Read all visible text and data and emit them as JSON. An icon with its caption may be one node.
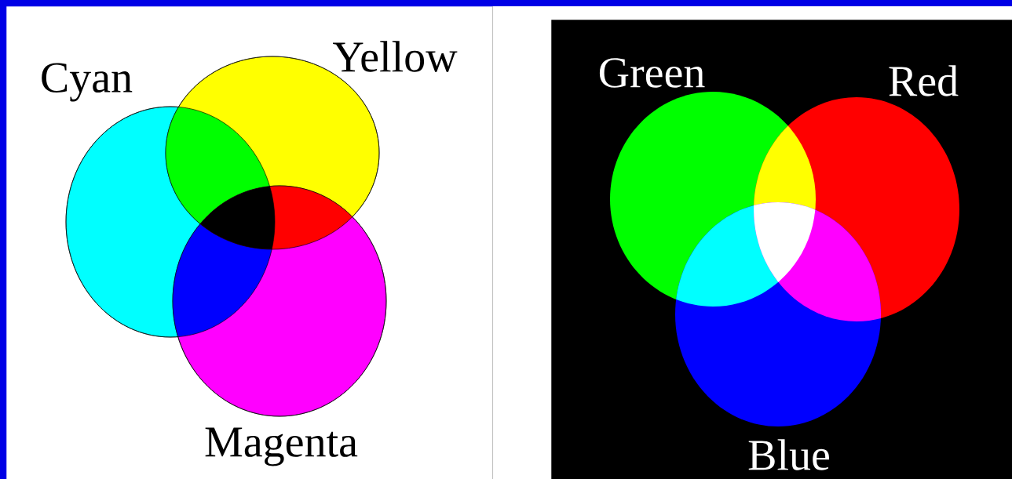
{
  "diagram": {
    "nodes": [
      {
        "text": [],
        "shape": "box"
      },
      {
        "text": [
          "Cyan"
        ],
        "in": 0
      },
      {
        "text": [
          "Yellow"
        ],
        "in": 0
      },
      {
        "text": [
          "Magenta"
        ],
        "in": 0
      },
      {
        "text": [],
        "shape": "box"
      },
      {
        "text": [
          "Green"
        ],
        "in": 4
      },
      {
        "text": [
          "Red"
        ],
        "in": 4
      },
      {
        "text": [
          "Blue"
        ],
        "in": 4
      }
    ]
  }
}
